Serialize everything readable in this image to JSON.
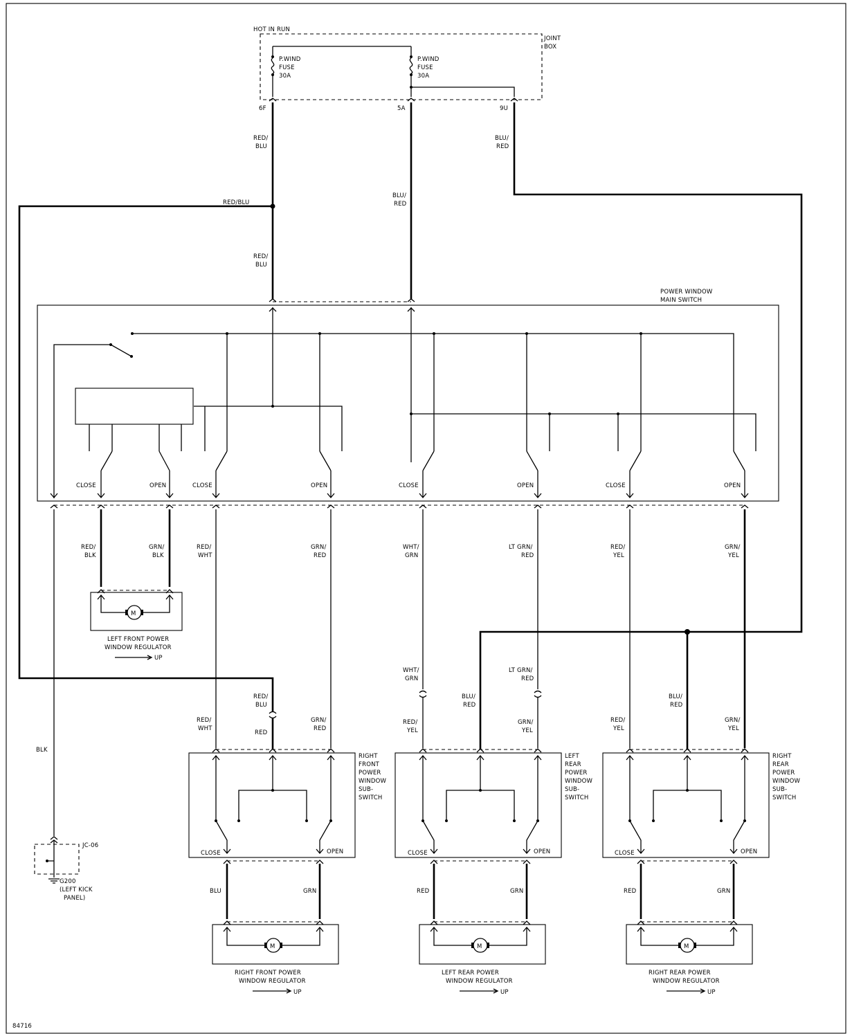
{
  "diagram_id": "84716",
  "joint_box": {
    "hot_label": "HOT IN RUN",
    "title_line1": "JOINT",
    "title_line2": "BOX",
    "fuse1": [
      "P.WIND",
      "FUSE",
      "30A"
    ],
    "fuse2": [
      "P.WIND",
      "FUSE",
      "30A"
    ],
    "pin_6f": "6F",
    "pin_5a": "5A",
    "pin_9u": "9U"
  },
  "wires": {
    "red_blu_top1": "RED/",
    "red_blu_top2": "BLU",
    "blu_red_top1": "BLU/",
    "blu_red_top2": "RED",
    "red_blu_branch": "RED/BLU",
    "blu_red_mid1": "BLU/",
    "blu_red_mid2": "RED",
    "red_blu_lower1": "RED/",
    "red_blu_lower2": "BLU",
    "red_blk1": "RED/",
    "red_blk2": "BLK",
    "grn_blk1": "GRN/",
    "grn_blk2": "BLK",
    "red_wht1": "RED/",
    "red_wht2": "WHT",
    "grn_red1": "GRN/",
    "grn_red2": "RED",
    "wht_grn1": "WHT/",
    "wht_grn2": "GRN",
    "ltgrn_red1": "LT GRN/",
    "ltgrn_red2": "RED",
    "red_yel1": "RED/",
    "red_yel2": "YEL",
    "grn_yel1": "GRN/",
    "grn_yel2": "YEL",
    "blk": "BLK",
    "wht_grn_b1": "WHT/",
    "wht_grn_b2": "GRN",
    "ltgrn_red_b1": "LT GRN/",
    "ltgrn_red_b2": "RED",
    "red_blu_rf1": "RED/",
    "red_blu_rf2": "BLU",
    "red_rf": "RED",
    "red_wht_rf1": "RED/",
    "red_wht_rf2": "WHT",
    "grn_red_rf1": "GRN/",
    "grn_red_rf2": "RED",
    "red_yel_lr1": "RED/",
    "red_yel_lr2": "YEL",
    "blu_red_lr1": "BLU/",
    "blu_red_lr2": "RED",
    "grn_yel_lr1": "GRN/",
    "grn_yel_lr2": "YEL",
    "red_yel_rr1": "RED/",
    "red_yel_rr2": "YEL",
    "blu_red_rr1": "BLU/",
    "blu_red_rr2": "RED",
    "grn_yel_rr1": "GRN/",
    "grn_yel_rr2": "YEL",
    "blu": "BLU",
    "grn_rf": "GRN",
    "red_lr": "RED",
    "grn_lr": "GRN",
    "red_rr": "RED",
    "grn_rr": "GRN"
  },
  "main_switch": {
    "title1": "POWER WINDOW",
    "title2": "MAIN SWITCH",
    "labels": [
      "CLOSE",
      "OPEN",
      "CLOSE",
      "OPEN",
      "CLOSE",
      "OPEN",
      "CLOSE",
      "OPEN"
    ]
  },
  "left_front_regulator": {
    "line1": "LEFT FRONT POWER",
    "line2": "WINDOW REGULATOR",
    "up": "UP",
    "motor": "M"
  },
  "right_front_subswitch": {
    "lines": [
      "RIGHT",
      "FRONT",
      "POWER",
      "WINDOW",
      "SUB-",
      "SWITCH"
    ],
    "close": "CLOSE",
    "open": "OPEN"
  },
  "left_rear_subswitch": {
    "lines": [
      "LEFT",
      "REAR",
      "POWER",
      "WINDOW",
      "SUB-",
      "SWITCH"
    ],
    "close": "CLOSE",
    "open": "OPEN"
  },
  "right_rear_subswitch": {
    "lines": [
      "RIGHT",
      "REAR",
      "POWER",
      "WINDOW",
      "SUB-",
      "SWITCH"
    ],
    "close": "CLOSE",
    "open": "OPEN"
  },
  "right_front_regulator": {
    "line1": "RIGHT FRONT POWER",
    "line2": "WINDOW REGULATOR",
    "up": "UP",
    "motor": "M"
  },
  "left_rear_regulator": {
    "line1": "LEFT REAR POWER",
    "line2": "WINDOW REGULATOR",
    "up": "UP",
    "motor": "M"
  },
  "right_rear_regulator": {
    "line1": "RIGHT REAR POWER",
    "line2": "WINDOW REGULATOR",
    "up": "UP",
    "motor": "M"
  },
  "ground": {
    "connector": "JC-06",
    "name": "G200",
    "loc1": "(LEFT KICK",
    "loc2": "PANEL)"
  }
}
